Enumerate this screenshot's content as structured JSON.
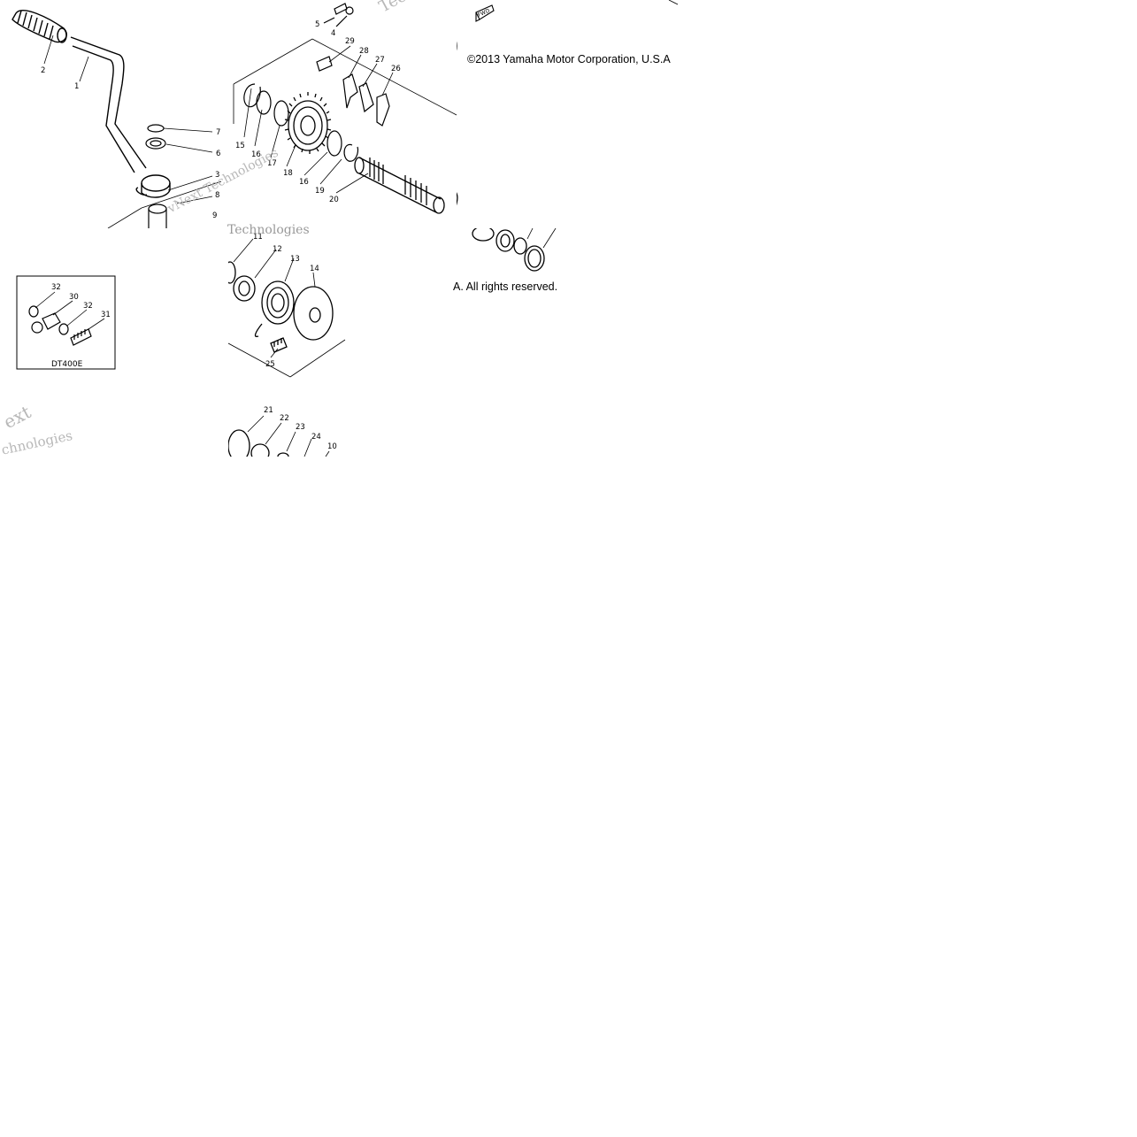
{
  "copyright": {
    "line1": "©2013 Yamaha Motor Corporation, U.S.A",
    "line2": "A. All rights reserved."
  },
  "fwd_label": "FWD",
  "inset_model": "DT400E",
  "watermark_texts": [
    "vNext Technologies",
    "Technologies",
    "ext",
    "chnologies",
    "Techn"
  ],
  "part_numbers": [
    "1",
    "2",
    "3",
    "4",
    "5",
    "6",
    "7",
    "8",
    "9",
    "10",
    "11",
    "12",
    "13",
    "14",
    "15",
    "16",
    "16",
    "17",
    "18",
    "19",
    "20",
    "21",
    "22",
    "23",
    "24",
    "25",
    "26",
    "27",
    "28",
    "29",
    "30",
    "31",
    "32",
    "32"
  ],
  "colors": {
    "line": "#000000",
    "background": "#ffffff",
    "watermark": "#b8b8b8"
  }
}
